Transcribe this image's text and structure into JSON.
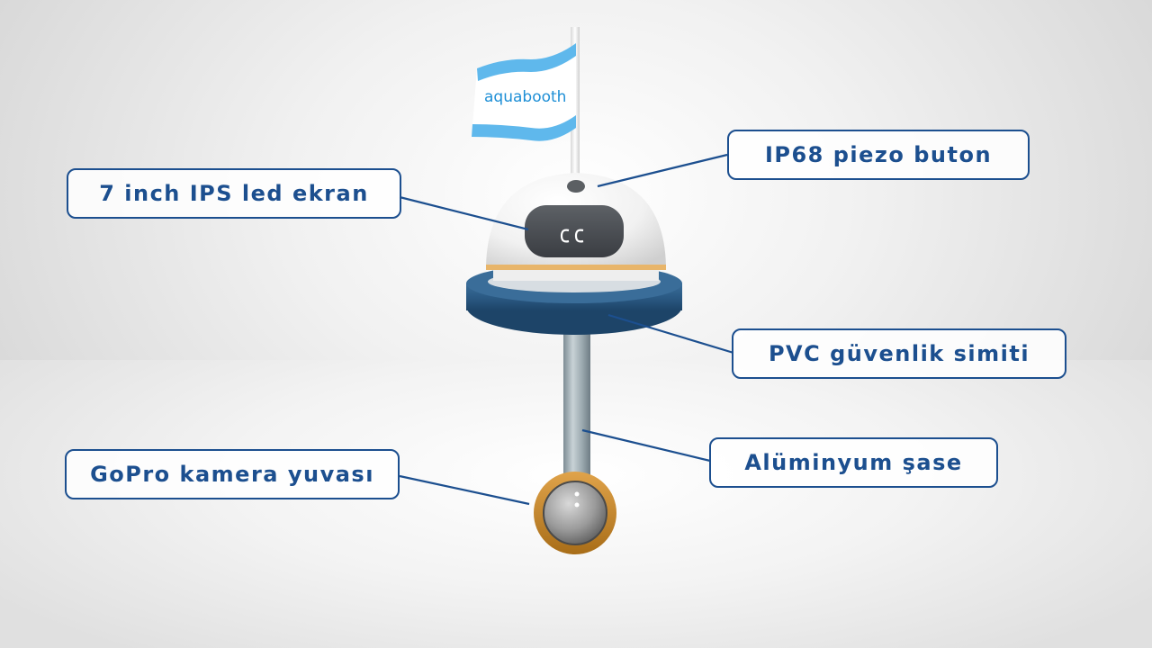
{
  "flag": {
    "brand_text": "aquabooth",
    "colors": {
      "stripe": "#5fb8ec",
      "cloth": "#ffffff",
      "text": "#1e8fd6"
    }
  },
  "callouts": {
    "screen": "7 inch IPS led ekran",
    "button": "IP68 piezo buton",
    "ring": "PVC güvenlik simiti",
    "chassis": "Alüminyum şase",
    "camera": "GoPro kamera yuvası"
  },
  "colors": {
    "callout_border": "#1c4f8f",
    "callout_text": "#1c4f8f",
    "ring": "#2c5a85",
    "camera_rim": "#c98a26"
  }
}
